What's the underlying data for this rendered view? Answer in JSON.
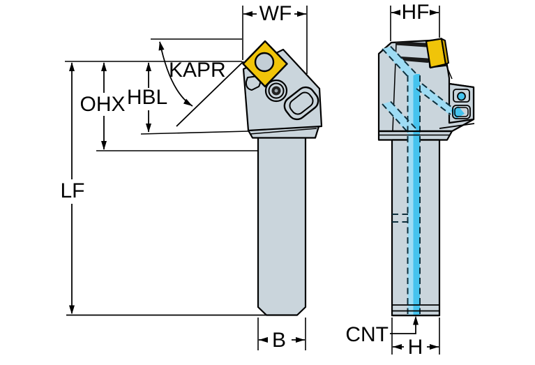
{
  "diagram": {
    "type": "tool-holder-engineering-drawing",
    "labels": {
      "wf": "WF",
      "hf": "HF",
      "kapr": "KAPR",
      "hbl": "HBL",
      "ohx": "OHX",
      "lf": "LF",
      "b": "B",
      "cnt": "CNT",
      "h": "H"
    },
    "colors": {
      "background": "#ffffff",
      "body_gray": "#cad5dc",
      "insert_yellow": "#f0c409",
      "insert_shade": "#c79e00",
      "coolant_light": "#9edcf4",
      "coolant_bright": "#45c3ee",
      "outline": "#000000"
    }
  }
}
